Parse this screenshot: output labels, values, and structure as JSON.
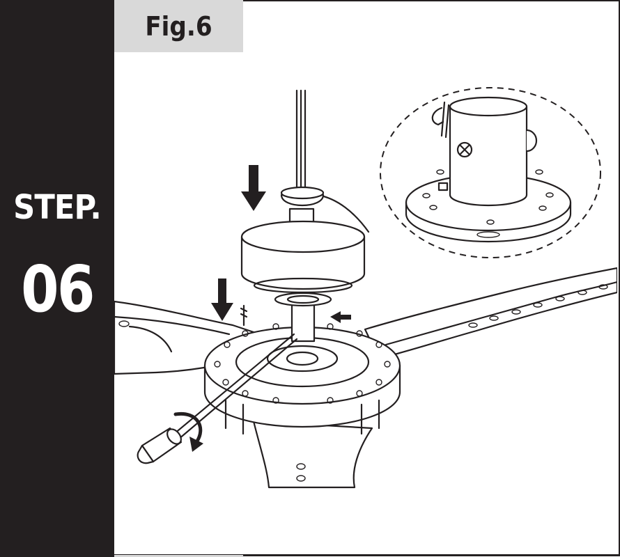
{
  "sidebar": {
    "step_label": "STEP.",
    "step_number": "06"
  },
  "figure": {
    "label": "Fig.6"
  },
  "colors": {
    "sidebar_bg": "#231f20",
    "tab_bg": "#d9d9d9",
    "line": "#231f20"
  },
  "icons": [
    "down-arrow-icon",
    "left-arrow-icon",
    "rotation-arrow-icon"
  ]
}
